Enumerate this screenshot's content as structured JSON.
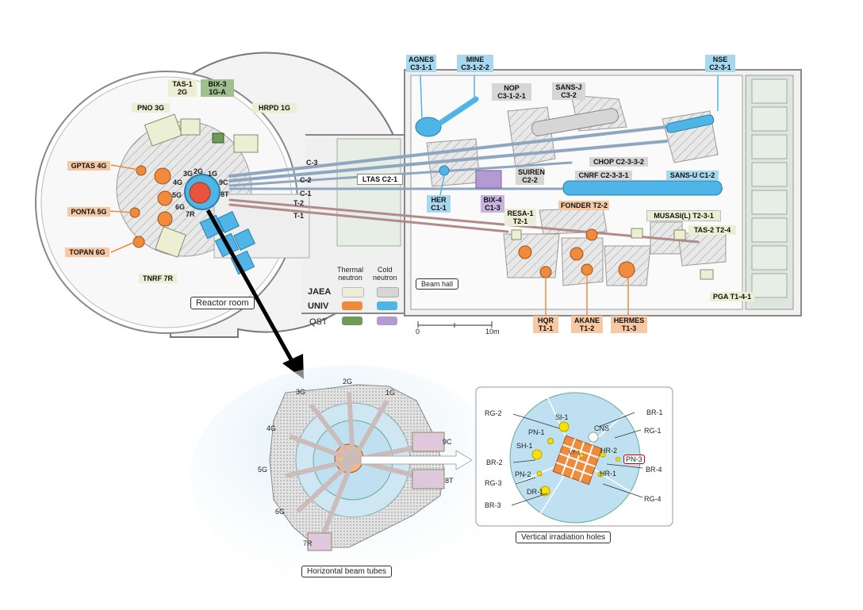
{
  "labels": {
    "pno": "PNO  3G",
    "tas1": "TAS-1\n2G",
    "bix3": "BIX-3\n1G-A",
    "hrpd": "HRPD  1G",
    "gptas": "GPTAS  4G",
    "ponta": "PONTA  5G",
    "topan": "TOPAN  6G",
    "tnrf": "TNRF  7R",
    "agnes": "AGNES\nC3-1-1",
    "mine": "MINE\nC3-1-2-2",
    "nop": "NOP\nC3-1-2-1",
    "sansj": "SANS-J\nC3-2",
    "nse": "NSE\nC2-3-1",
    "chop": "CHOP  C2-3-3-2",
    "suiren": "SUIREN\nC2-2",
    "cnrf": "CNRF  C2-3-3-1",
    "sansu": "SANS-U  C1-2",
    "ltas": "LTAS  C2-1",
    "her": "HER\nC1-1",
    "bix4": "BIX-4\nC1-3",
    "resa1": "RESA-1\nT2-1",
    "fonder": "FONDER  T2-2",
    "musasi": "MUSASI(L)  T2-3-1",
    "tas2": "TAS-2  T2-4",
    "pga": "PGA  T1-4-1",
    "hqr": "HQR\nT1-1",
    "akane": "AKANE\nT1-2",
    "hermes": "HERMES\nT1-3"
  },
  "ports": {
    "p2g": "2G",
    "p1g": "1G",
    "p3g": "3G",
    "p4g": "4G",
    "p9c": "9C",
    "p5g": "5G",
    "p8t": "8T",
    "p6g": "6G",
    "p7r": "7R"
  },
  "guides": {
    "c3": "C-3",
    "c2": "C-2",
    "c1": "C-1",
    "t2": "T-2",
    "t1": "T-1"
  },
  "legend": {
    "thermal": "Thermal\nneutron",
    "cold": "Cold\nneutron",
    "jaea": "JAEA",
    "univ": "UNIV",
    "qst": "QST",
    "colors": {
      "jaea_thermal": "#ecefd3",
      "jaea_cold": "#d6d6d6",
      "univ_thermal": "#f08a3c",
      "univ_cold": "#4fb4e6",
      "qst_thermal": "#6f9a5a",
      "qst_cold": "#b39ad2"
    }
  },
  "areas": {
    "reactor_room": "Reactor room",
    "beam_hall": "Beam hall"
  },
  "scale": {
    "zero": "0",
    "ten": "10m"
  },
  "bottom_left": {
    "caption": "Horizontal beam tubes",
    "ports": {
      "g3": "3G",
      "g2": "2G",
      "g1": "1G",
      "g4": "4G",
      "c9": "9C",
      "g5": "5G",
      "t8": "8T",
      "g6": "6G",
      "r7": "7R"
    }
  },
  "bottom_right": {
    "caption": "Vertical irradiation holes",
    "holes": {
      "rg2": "RG-2",
      "si1": "SI-1",
      "br1": "BR-1",
      "pn1": "PN-1",
      "cns": "CNS",
      "rg1": "RG-1",
      "sh1": "SH-1",
      "hr2": "HR-2",
      "pn3": "PN-3",
      "br2": "BR-2",
      "br4": "BR-4",
      "hr1": "HR-1",
      "pn2": "PN-2",
      "rg3": "RG-3",
      "dr1": "DR-1",
      "br3": "BR-3",
      "rg4": "RG-4",
      "vt1": "VT-1"
    }
  }
}
